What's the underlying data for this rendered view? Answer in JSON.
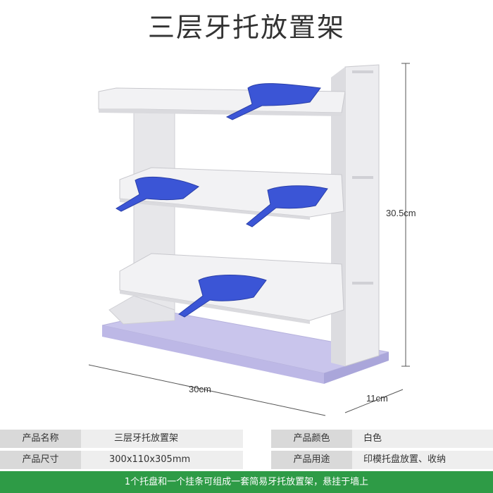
{
  "title": "三层牙托放置架",
  "dimensions": {
    "height": "30.5cm",
    "width": "30cm",
    "depth": "11cm"
  },
  "specs": [
    {
      "label": "产品名称",
      "value": "三层牙托放置架",
      "label2": "产品颜色",
      "value2": "白色"
    },
    {
      "label": "产品尺寸",
      "value": "300x110x305mm",
      "label2": "产品用途",
      "value2": "印模托盘放置、收纳"
    }
  ],
  "footer": "1个托盘和一个挂条可组成一套简易牙托放置架，悬挂于墙上",
  "colors": {
    "tray": "#3b55d6",
    "rack": "#f0f0f2",
    "base": "#c7c3ea",
    "footer": "#2e9b46"
  }
}
